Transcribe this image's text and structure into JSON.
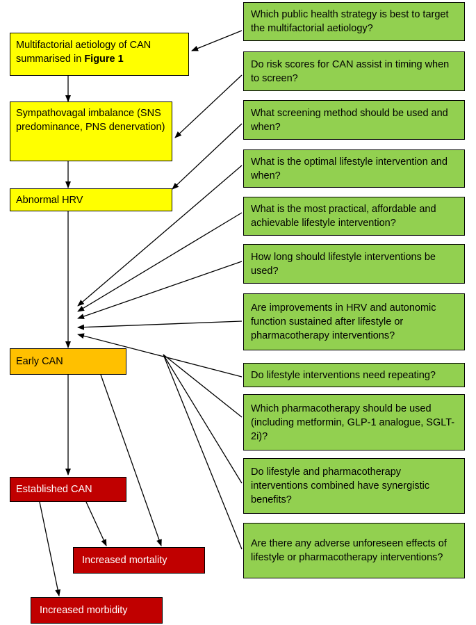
{
  "left_boxes": {
    "aetiology": {
      "text": "Multifactorial aetiology of CAN summarised in ",
      "bold": "Figure 1"
    },
    "sympathovagal": "Sympathovagal imbalance (SNS predominance, PNS denervation)",
    "abnormal_hrv": "Abnormal HRV",
    "early_can": "Early CAN",
    "established_can": "Established CAN",
    "increased_mortality": "Increased mortality",
    "increased_morbidity": "Increased morbidity"
  },
  "questions": [
    "Which public health strategy is best to target the multifactorial aetiology?",
    "Do risk scores for CAN assist in timing when to screen?",
    "What screening method should be used and when?",
    "What is the optimal lifestyle intervention and when?",
    "What is the most practical, affordable and achievable lifestyle intervention?",
    "How long should lifestyle interventions be used?",
    "Are improvements in HRV and autonomic function sustained after lifestyle or pharmacotherapy interventions?",
    "Do lifestyle interventions need repeating?",
    "Which pharmacotherapy should be used (including metformin, GLP-1 analogue, SGLT-2i)?",
    "Do lifestyle and pharmacotherapy interventions combined have synergistic benefits?",
    "Are there any adverse unforeseen effects of lifestyle or pharmacotherapy interventions?"
  ],
  "colors": {
    "yellow": "#ffff00",
    "orange": "#ffc000",
    "red": "#c00000",
    "green": "#92d050"
  }
}
